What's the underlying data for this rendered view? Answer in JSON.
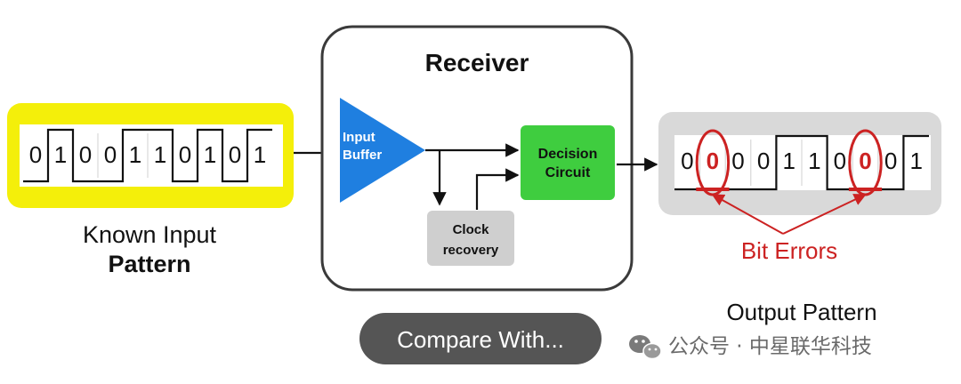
{
  "colors": {
    "input_panel_fill": "#f4ef0a",
    "input_panel_inner": "#ffffff",
    "output_panel_fill": "#d9d9d9",
    "receiver_border": "#3a3a3a",
    "buffer_fill": "#1f7fe0",
    "decision_fill": "#3fcd3f",
    "clock_fill": "#cfcfcf",
    "error_color": "#cc2222",
    "compare_fill": "#555555",
    "compare_text": "#ffffff",
    "signal_line": "#111111",
    "watermark_text": "#6a6a6a"
  },
  "receiver": {
    "title": "Receiver",
    "input_buffer_label": [
      "Input",
      "Buffer"
    ],
    "decision_circuit_label": [
      "Decision",
      "Circuit"
    ],
    "clock_recovery_label": [
      "Clock",
      "recovery"
    ]
  },
  "input_pattern": {
    "bits": [
      "0",
      "1",
      "0",
      "0",
      "1",
      "1",
      "0",
      "1",
      "0",
      "1"
    ],
    "caption_line1": "Known Input",
    "caption_line2": "Pattern"
  },
  "output_pattern": {
    "bits": [
      "0",
      "0",
      "0",
      "0",
      "1",
      "1",
      "0",
      "0",
      "0",
      "1"
    ],
    "error_indices": [
      1,
      7
    ],
    "errors_label": "Bit Errors",
    "caption": "Output Pattern"
  },
  "compare_button": {
    "label": "Compare With..."
  },
  "watermark": {
    "icon": "wechat-icon",
    "text": "公众号 · 中星联华科技"
  }
}
